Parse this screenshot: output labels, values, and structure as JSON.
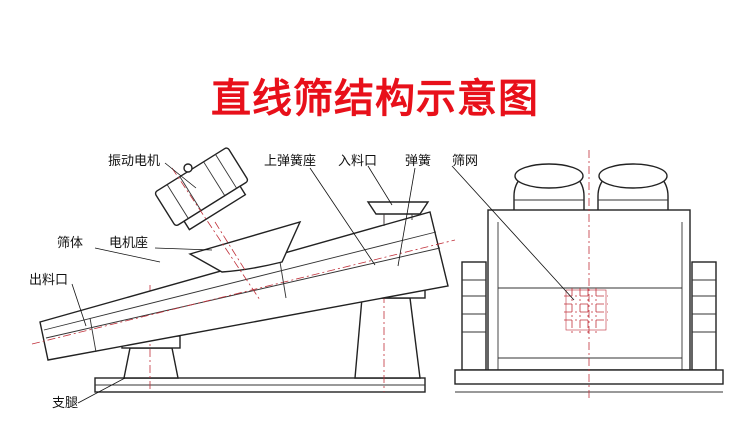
{
  "title": "直线筛结构示意图",
  "labels": {
    "vibration_motor": "振动电机",
    "screen_body": "筛体",
    "motor_seat": "电机座",
    "discharge_port": "出料口",
    "support_leg": "支腿",
    "upper_spring_seat": "上弹簧座",
    "feed_port": "入料口",
    "spring": "弹簧",
    "screen_mesh": "筛网"
  },
  "colors": {
    "title": "#e8101a",
    "centerline": "#c0303a",
    "line": "#222222"
  }
}
